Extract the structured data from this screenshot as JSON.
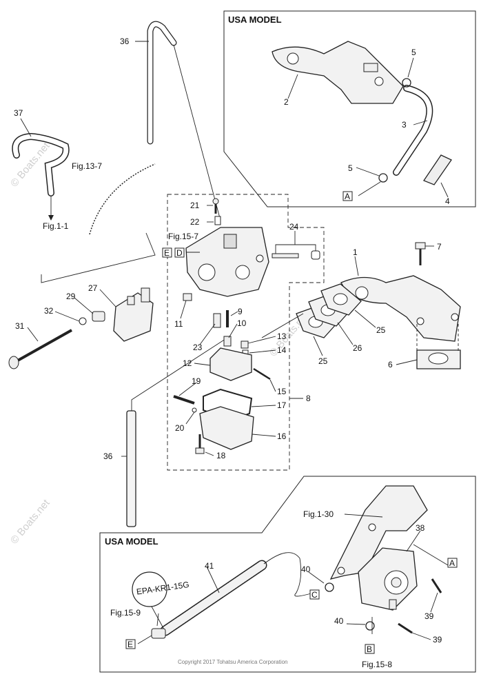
{
  "top_box": {
    "title": "USA MODEL"
  },
  "bottom_box": {
    "title": "USA MODEL"
  },
  "watermark": "© Boats.net",
  "copyright": "Copyright 2017 Tohatsu America Corporation",
  "fig_refs": {
    "f13_7": "Fig.13-7",
    "f1_1": "Fig.1-1",
    "f15_7": "Fig.15-7",
    "f1_30": "Fig.1-30",
    "f15_9": "Fig.15-9",
    "f15_8": "Fig.15-8"
  },
  "boxed_refs": {
    "a_top": "A",
    "e_mid": "E",
    "d_mid": "D",
    "a_bot": "A",
    "c_bot": "C",
    "b_bot": "B",
    "e_bot": "E"
  },
  "callouts": [
    {
      "id": "c36a",
      "text": "36"
    },
    {
      "id": "c37",
      "text": "37"
    },
    {
      "id": "c2",
      "text": "2"
    },
    {
      "id": "c5a",
      "text": "5"
    },
    {
      "id": "c3",
      "text": "3"
    },
    {
      "id": "c5b",
      "text": "5"
    },
    {
      "id": "c4",
      "text": "4"
    },
    {
      "id": "c21",
      "text": "21"
    },
    {
      "id": "c22",
      "text": "22"
    },
    {
      "id": "c24",
      "text": "24"
    },
    {
      "id": "c1",
      "text": "1"
    },
    {
      "id": "c7",
      "text": "7"
    },
    {
      "id": "c27",
      "text": "27"
    },
    {
      "id": "c29",
      "text": "29"
    },
    {
      "id": "c32",
      "text": "32"
    },
    {
      "id": "c31",
      "text": "31"
    },
    {
      "id": "c11",
      "text": "11"
    },
    {
      "id": "c9",
      "text": "9"
    },
    {
      "id": "c10",
      "text": "10"
    },
    {
      "id": "c23",
      "text": "23"
    },
    {
      "id": "c13",
      "text": "13"
    },
    {
      "id": "c14",
      "text": "14"
    },
    {
      "id": "c25a",
      "text": "25"
    },
    {
      "id": "c26",
      "text": "26"
    },
    {
      "id": "c25b",
      "text": "25"
    },
    {
      "id": "c6",
      "text": "6"
    },
    {
      "id": "c12",
      "text": "12"
    },
    {
      "id": "c19",
      "text": "19"
    },
    {
      "id": "c15",
      "text": "15"
    },
    {
      "id": "c8",
      "text": "8"
    },
    {
      "id": "c17",
      "text": "17"
    },
    {
      "id": "c20",
      "text": "20"
    },
    {
      "id": "c16",
      "text": "16"
    },
    {
      "id": "c18",
      "text": "18"
    },
    {
      "id": "c36b",
      "text": "36"
    },
    {
      "id": "c38",
      "text": "38"
    },
    {
      "id": "c41",
      "text": "41"
    },
    {
      "id": "c40a",
      "text": "40"
    },
    {
      "id": "c39a",
      "text": "39"
    },
    {
      "id": "c40b",
      "text": "40"
    },
    {
      "id": "c39b",
      "text": "39"
    }
  ],
  "epa_tag": "EPA-KR1-15G"
}
